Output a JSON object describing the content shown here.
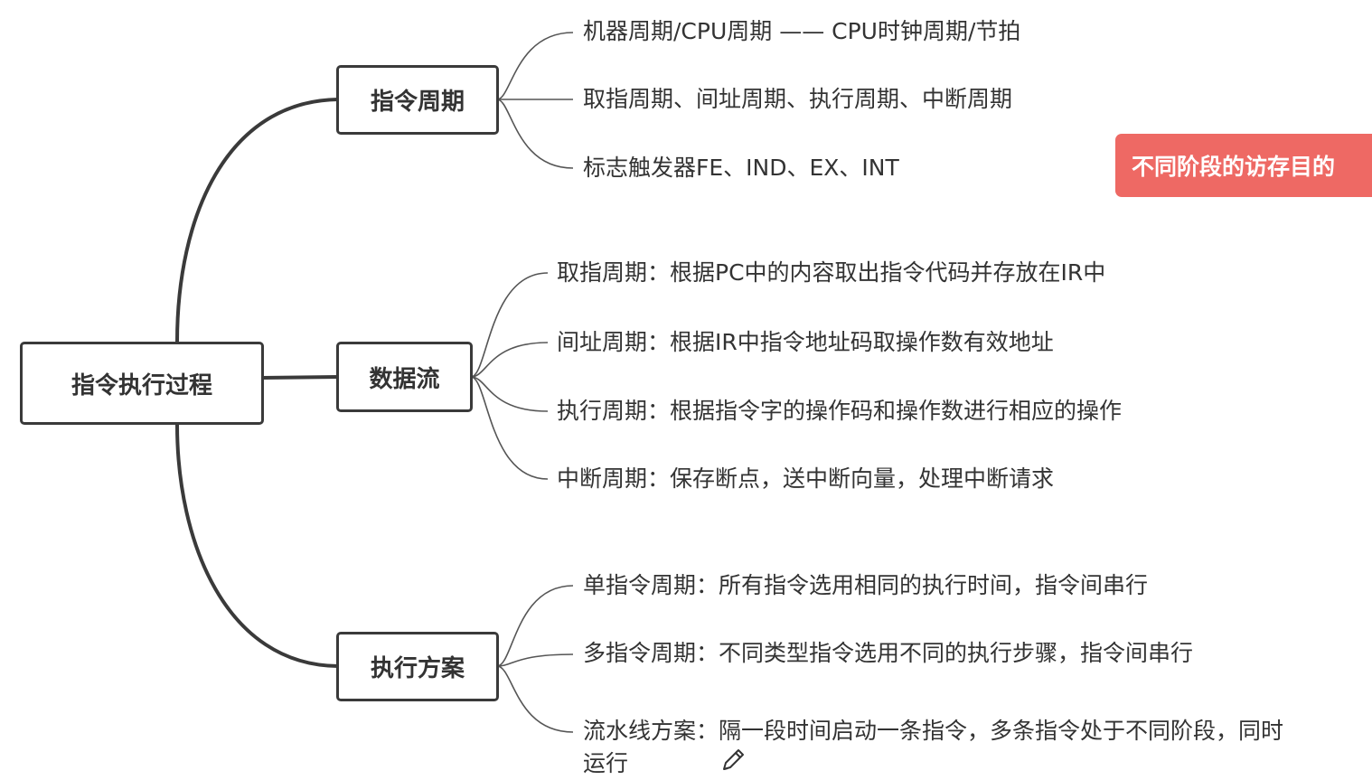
{
  "root": {
    "label": "指令执行过程"
  },
  "branches": [
    {
      "label": "指令周期",
      "children": [
        "机器周期/CPU周期 —— CPU时钟周期/节拍",
        "取指周期、间址周期、执行周期、中断周期",
        "标志触发器FE、IND、EX、INT"
      ]
    },
    {
      "label": "数据流",
      "children": [
        "取指周期：根据PC中的内容取出指令代码并存放在IR中",
        "间址周期：根据IR中指令地址码取操作数有效地址",
        "执行周期：根据指令字的操作码和操作数进行相应的操作",
        "中断周期：保存断点，送中断向量，处理中断请求"
      ]
    },
    {
      "label": "执行方案",
      "children": [
        "单指令周期：所有指令选用相同的执行时间，指令间串行",
        "多指令周期：不同类型指令选用不同的执行步骤，指令间串行",
        "流水线方案：隔一段时间启动一条指令，多条指令处于不同阶段，同时运行"
      ]
    }
  ],
  "tag": {
    "label": "不同阶段的访存目的"
  },
  "colors": {
    "line": "#3a3a3a",
    "thin_line": "#555555",
    "tag_bg": "#ee6964",
    "text": "#333333"
  },
  "icons": {
    "cursor": "pencil-icon"
  }
}
